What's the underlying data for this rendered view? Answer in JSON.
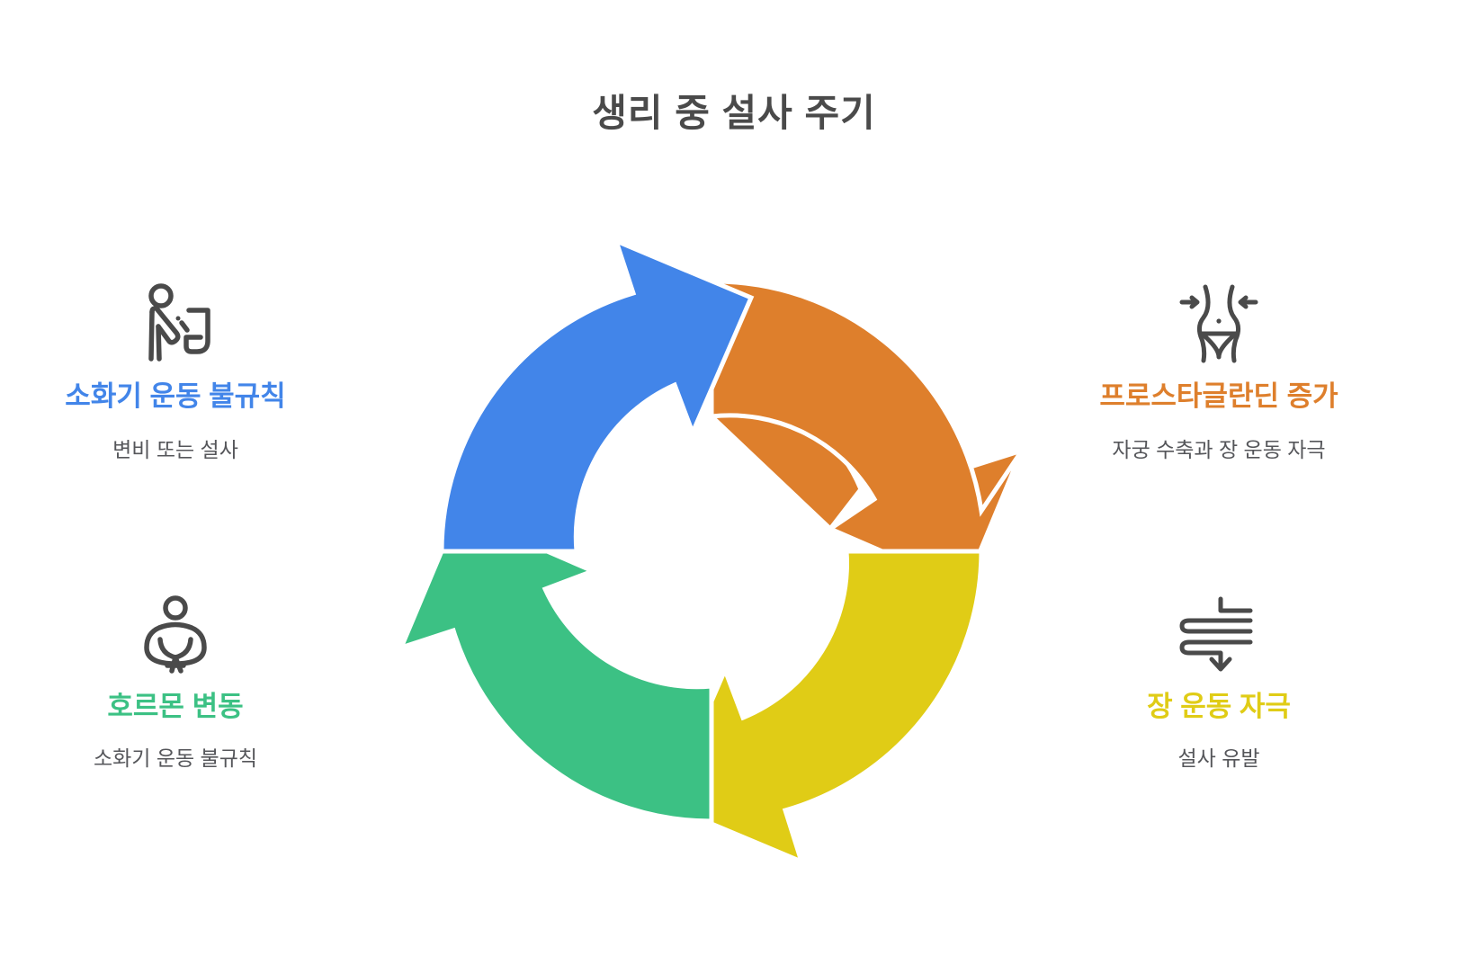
{
  "title": "생리 중 설사 주기",
  "colors": {
    "orange": "#DE7F2C",
    "yellow": "#E0CC16",
    "green": "#3CC184",
    "blue": "#4285E9",
    "title_text": "#4a4a4a",
    "body_text": "#55565a",
    "icon_stroke": "#4a4a4a",
    "background": "#ffffff"
  },
  "nodes": [
    {
      "id": "prostaglandin",
      "title": "프로스타글란딘 증가",
      "desc": "자궁 수축과 장 운동 자극",
      "color": "#DE7F2C",
      "icon": "waist-slimming-icon",
      "position": "top-right"
    },
    {
      "id": "bowel-stimulation",
      "title": "장 운동 자극",
      "desc": "설사 유발",
      "color": "#E0CC16",
      "icon": "intestine-flow-down-icon",
      "position": "bottom-right"
    },
    {
      "id": "hormone-fluctuation",
      "title": "호르몬 변동",
      "desc": "소화기 운동 불규칙",
      "color": "#3CC184",
      "icon": "person-holding-belly-icon",
      "position": "bottom-left"
    },
    {
      "id": "digestive-irregularity",
      "title": "소화기 운동 불규칙",
      "desc": "변비 또는 설사",
      "color": "#4285E9",
      "icon": "person-vomiting-toilet-icon",
      "position": "top-left"
    }
  ],
  "cycle": {
    "direction": "clockwise",
    "segments": [
      {
        "name": "segment-orange",
        "color": "#DE7F2C",
        "quadrant": "top-right"
      },
      {
        "name": "segment-yellow",
        "color": "#E0CC16",
        "quadrant": "bottom-right"
      },
      {
        "name": "segment-green",
        "color": "#3CC184",
        "quadrant": "bottom-left"
      },
      {
        "name": "segment-blue",
        "color": "#4285E9",
        "quadrant": "top-left"
      }
    ]
  }
}
